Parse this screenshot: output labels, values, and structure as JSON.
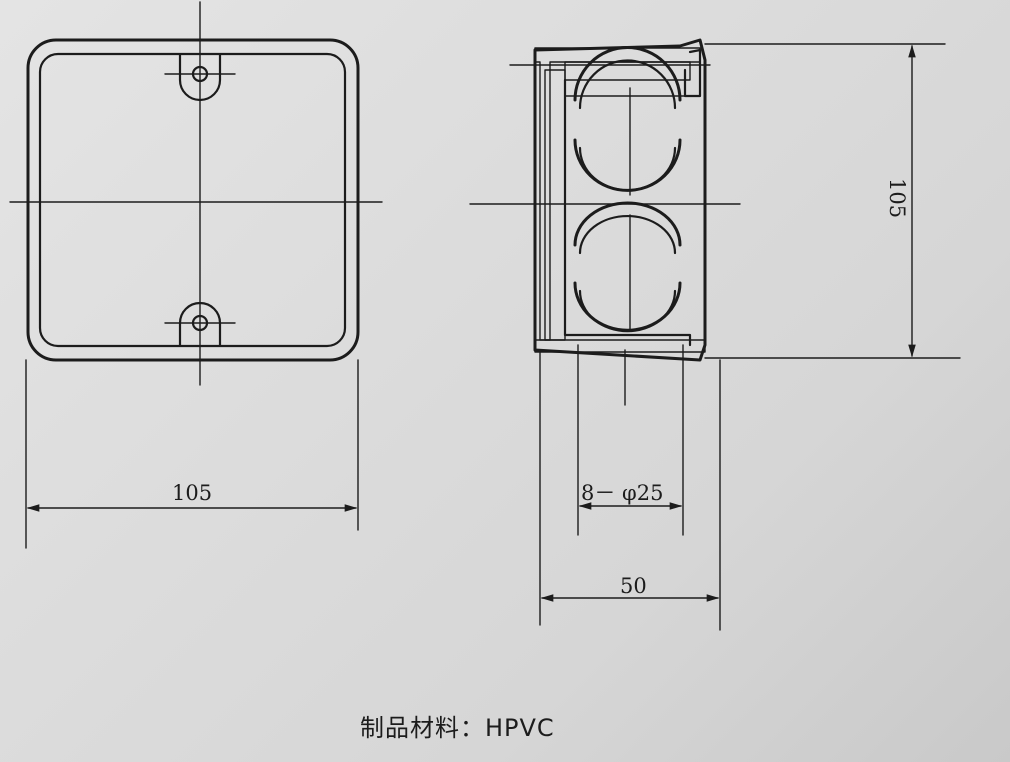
{
  "dimensions": {
    "front_width": "105",
    "side_height": "105",
    "side_depth": "50",
    "knockouts": "8－ φ25"
  },
  "caption": "制品材料：HPVC"
}
